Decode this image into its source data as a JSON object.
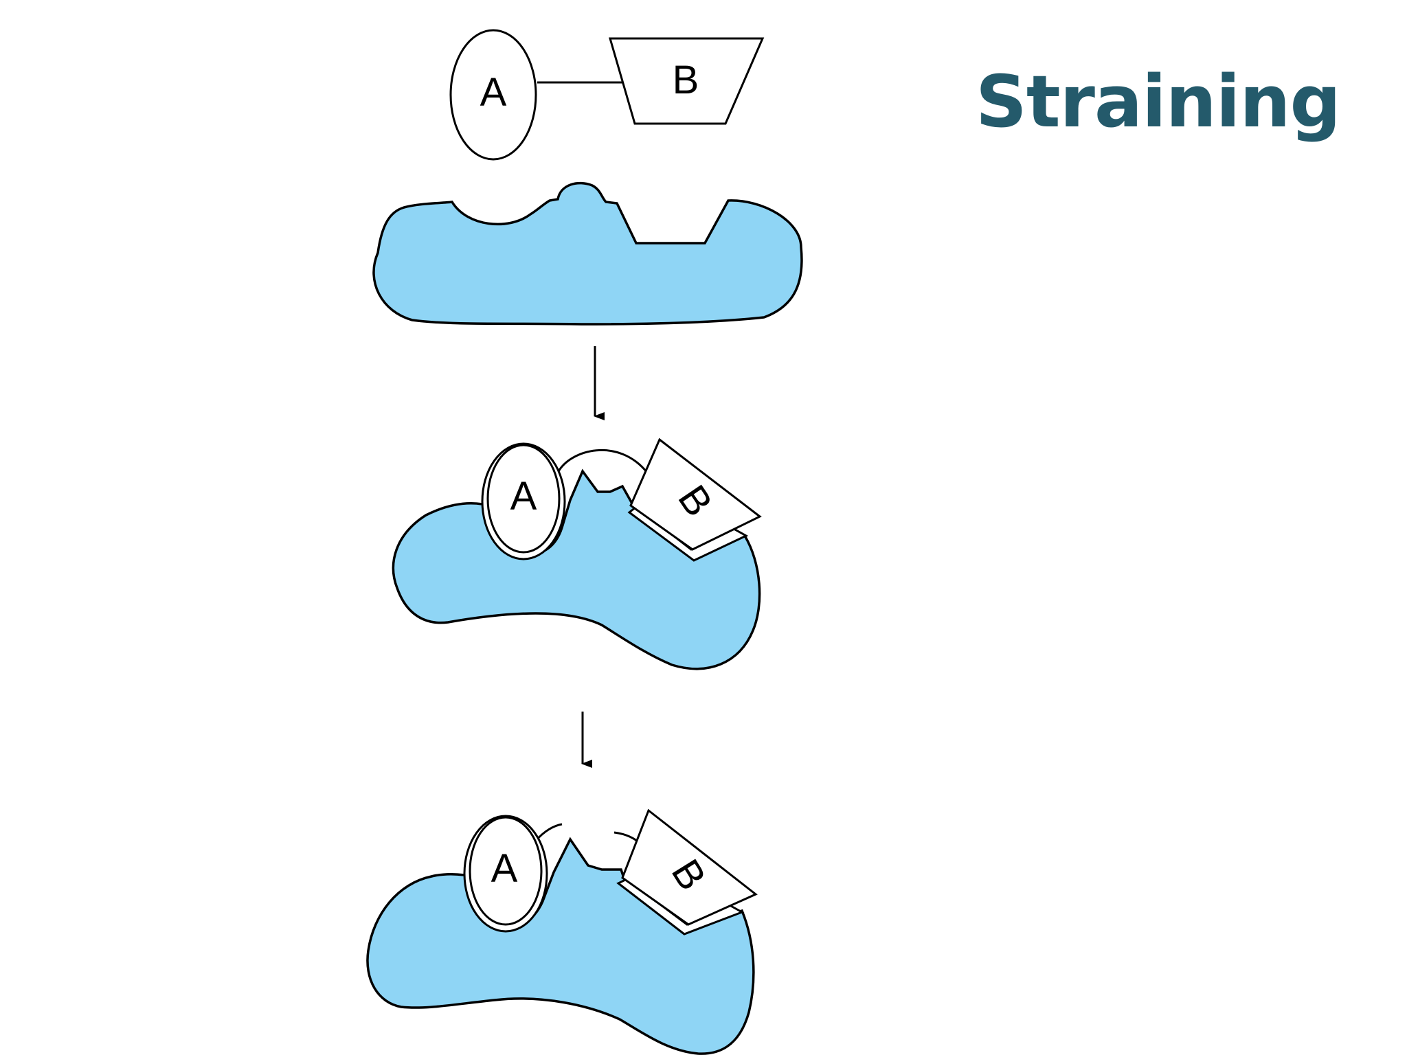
{
  "slide": {
    "title": "Straining"
  },
  "diagram": {
    "stages": [
      {
        "label_a": "A",
        "label_b": "B"
      },
      {
        "label_a": "A",
        "label_b": "B"
      },
      {
        "label_a": "A",
        "label_b": "B"
      }
    ],
    "colors": {
      "enzyme_fill": "#8fd5f5",
      "outline": "#000000",
      "title": "#245a6b"
    }
  }
}
